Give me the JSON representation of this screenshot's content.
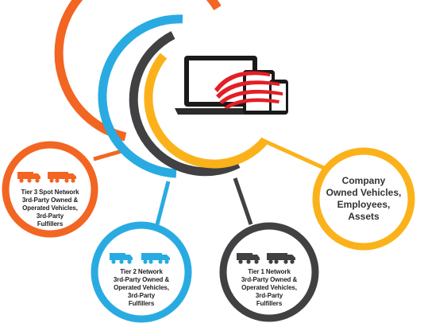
{
  "colors": {
    "orange": "#f26522",
    "blue": "#29abe2",
    "dark": "#414042",
    "yellow": "#fbb21a",
    "brand_red": "#e41e26"
  },
  "tiers": [
    {
      "id": "tier3",
      "color": "orange",
      "icon": "truck-icon",
      "lines": [
        "Tier 3 Spot Network",
        "3rd-Party Owned &",
        "Operated Vehicles,",
        "3rd-Party",
        "Fulfillers"
      ]
    },
    {
      "id": "tier2",
      "color": "blue",
      "icon": "truck-icon",
      "lines": [
        "Tier 2 Network",
        "3rd-Party Owned &",
        "Operated Vehicles,",
        "3rd-Party",
        "Fulfillers"
      ]
    },
    {
      "id": "tier1",
      "color": "dark",
      "icon": "truck-icon",
      "lines": [
        "Tier 1 Network",
        "3rd-Party Owned &",
        "Operated Vehicles,",
        "3rd-Party",
        "Fulfillers"
      ]
    },
    {
      "id": "company",
      "color": "yellow",
      "lines": [
        "Company",
        "Owned Vehicles,",
        "Employees,",
        "Assets"
      ]
    }
  ],
  "center": {
    "icon": "devices-icon"
  }
}
